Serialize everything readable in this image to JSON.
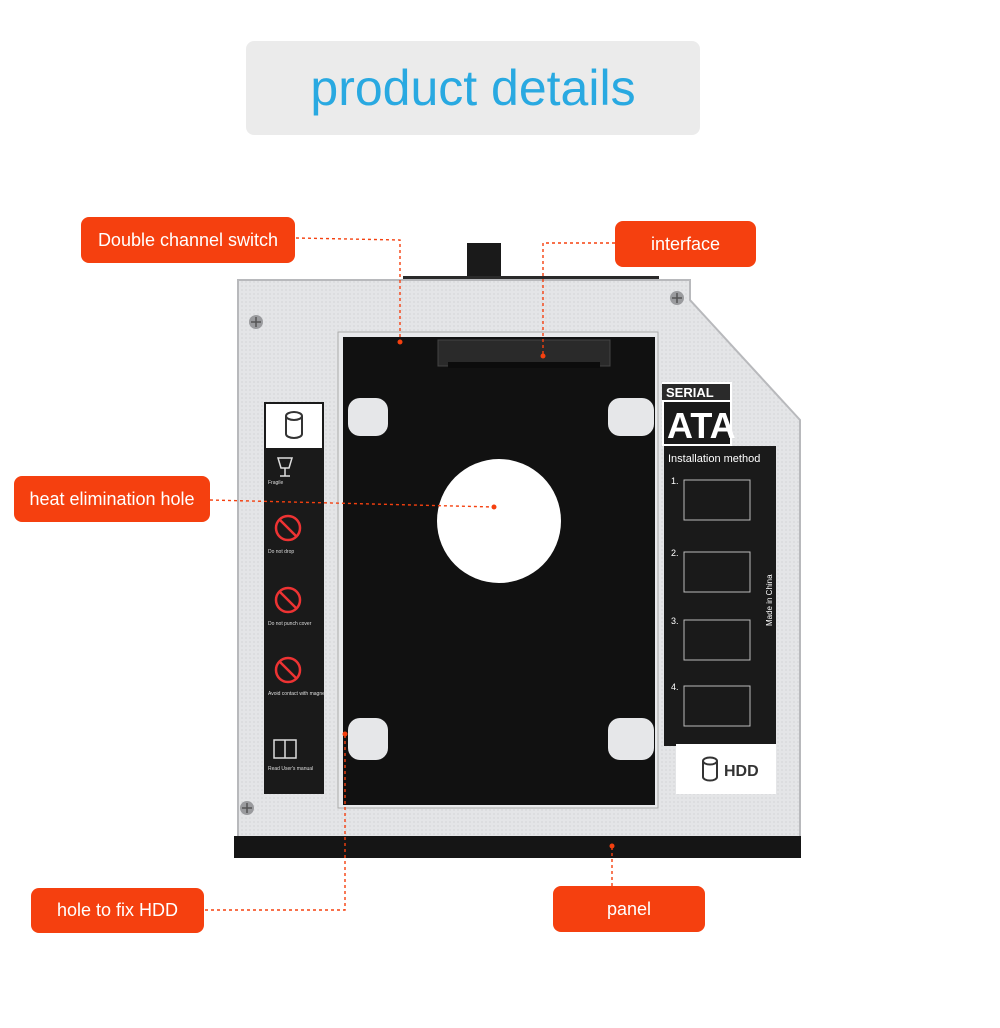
{
  "header": {
    "title": "product details"
  },
  "callouts": {
    "double_channel_switch": "Double channel switch",
    "interface": "interface",
    "heat_elimination_hole": "heat elimination hole",
    "hole_to_fix_hdd": "hole to fix HDD",
    "panel": "panel"
  },
  "caddy": {
    "serial_label": "SERIAL",
    "ata_label": "ATA",
    "installation_title": "Installation method",
    "steps": [
      "1.",
      "2.",
      "3.",
      "4."
    ],
    "made_in": "Made in China",
    "hdd_label": "HDD",
    "warning_fragile": "Fragile",
    "warning_no_drop": "Do not drop",
    "warning_no_punch": "Do not punch cover",
    "warning_magnet": "Avoid contact with magnet",
    "warning_manual": "Read User's manual"
  },
  "colors": {
    "accent_title": "#29a9e1",
    "callout_bg": "#f5400f",
    "title_bg": "#ebebeb"
  }
}
